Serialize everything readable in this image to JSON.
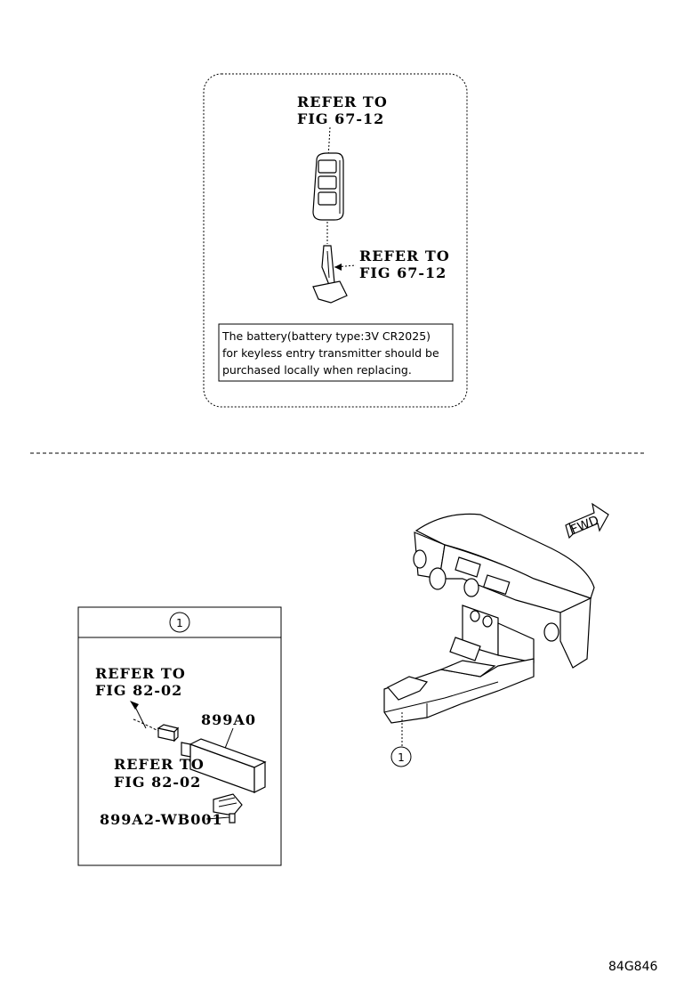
{
  "top_panel": {
    "fob_refer": "REFER TO",
    "fob_fig": "FIG 67-12",
    "key_refer": "REFER TO",
    "key_fig": "FIG 67-12",
    "note_lines": [
      "The battery(battery type:3V CR2025)",
      "for keyless entry transmitter should be",
      "purchased locally when replacing."
    ]
  },
  "detail_panel": {
    "callout": "1",
    "refer1": "REFER TO",
    "fig1": "FIG 82-02",
    "refer2": "REFER TO",
    "fig2": "FIG 82-02",
    "part1": "899A0",
    "part2": "899A2-WB001"
  },
  "overview": {
    "fwd": "FWD",
    "callout": "1"
  },
  "figure_code": "84G846"
}
